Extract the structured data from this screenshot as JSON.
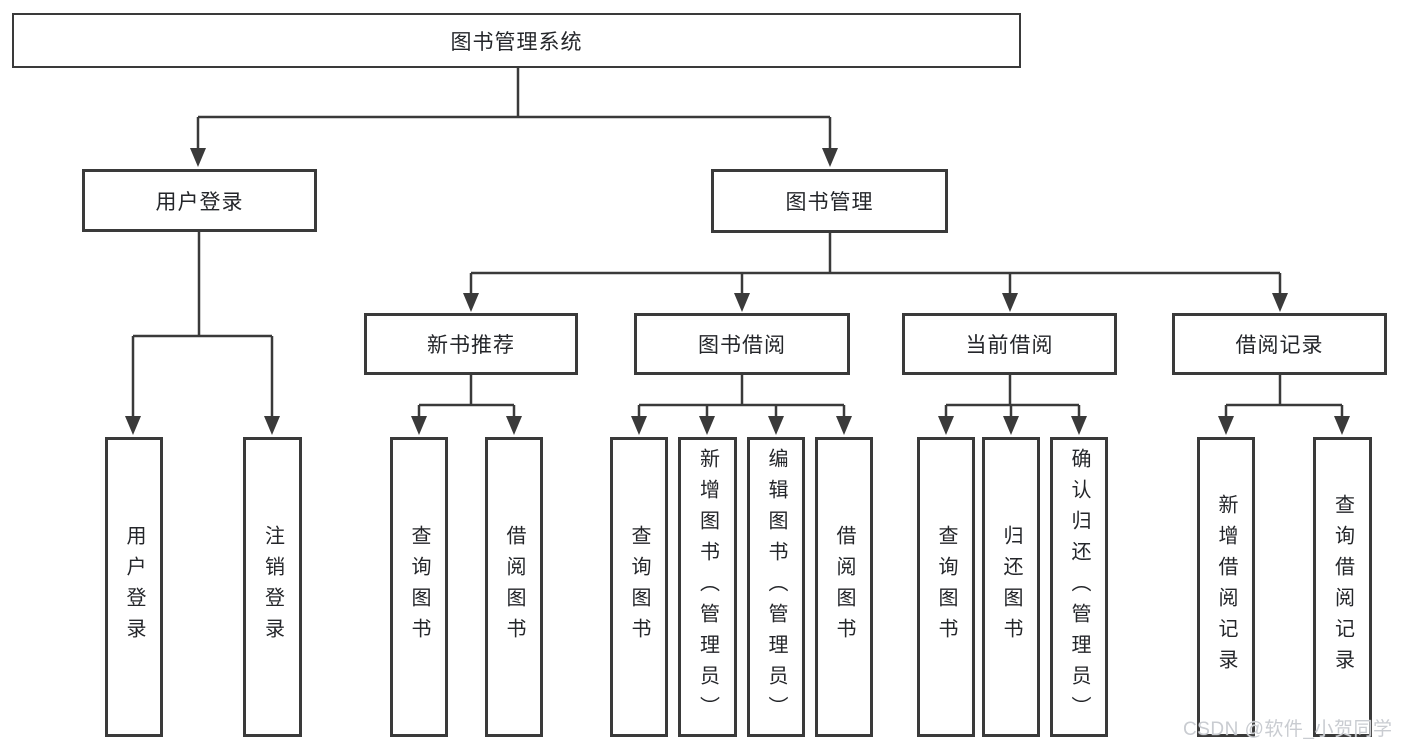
{
  "diagram": {
    "type": "tree",
    "title": "图书管理系统",
    "colors": {
      "background": "#ffffff",
      "line": "#3a3a3a",
      "box_border": "#3a3a3a",
      "text": "#24262a",
      "watermark": "#c9ccd1"
    },
    "watermark": "CSDN @软件_小贺同学",
    "nodes": {
      "root": "图书管理系统",
      "user_login": "用户登录",
      "book_mgmt": "图书管理",
      "new_books": "新书推荐",
      "book_borrow": "图书借阅",
      "current_borrow": "当前借阅",
      "borrow_records": "借阅记录",
      "leaf_user_login": "用户登录",
      "leaf_logout": "注销登录",
      "leaf_nb_query": "查询图书",
      "leaf_nb_borrow": "借阅图书",
      "leaf_bb_query": "查询图书",
      "leaf_bb_add": "新增图书（管理员）",
      "leaf_bb_edit": "编辑图书（管理员）",
      "leaf_bb_borrow": "借阅图书",
      "leaf_cb_query": "查询图书",
      "leaf_cb_return": "归还图书",
      "leaf_cb_confirm": "确认归还（管理员）",
      "leaf_br_add": "新增借阅记录",
      "leaf_br_query": "查询借阅记录"
    },
    "tree": {
      "label": "图书管理系统",
      "children": [
        {
          "label": "用户登录",
          "children": [
            {
              "label": "用户登录"
            },
            {
              "label": "注销登录"
            }
          ]
        },
        {
          "label": "图书管理",
          "children": [
            {
              "label": "新书推荐",
              "children": [
                {
                  "label": "查询图书"
                },
                {
                  "label": "借阅图书"
                }
              ]
            },
            {
              "label": "图书借阅",
              "children": [
                {
                  "label": "查询图书"
                },
                {
                  "label": "新增图书（管理员）"
                },
                {
                  "label": "编辑图书（管理员）"
                },
                {
                  "label": "借阅图书"
                }
              ]
            },
            {
              "label": "当前借阅",
              "children": [
                {
                  "label": "查询图书"
                },
                {
                  "label": "归还图书"
                },
                {
                  "label": "确认归还（管理员）"
                }
              ]
            },
            {
              "label": "借阅记录",
              "children": [
                {
                  "label": "新增借阅记录"
                },
                {
                  "label": "查询借阅记录"
                }
              ]
            }
          ]
        }
      ]
    }
  }
}
